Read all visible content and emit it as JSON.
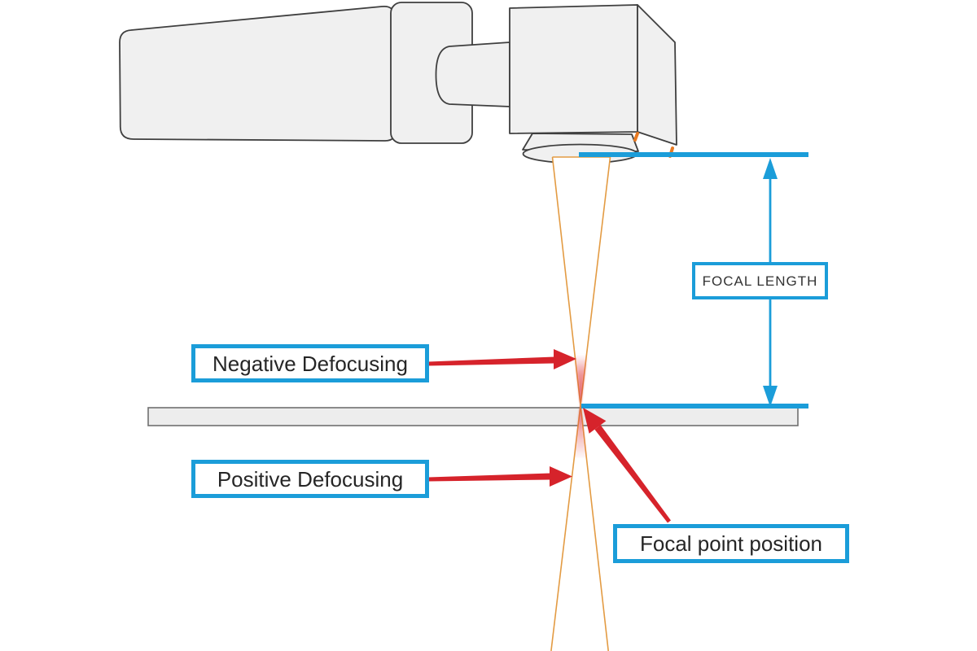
{
  "diagram": {
    "labels": {
      "focal_length": "FOCAL LENGTH",
      "negative_defocusing": "Negative Defocusing",
      "positive_defocusing": "Positive Defocusing",
      "focal_point_position": "Focal point position"
    },
    "colors": {
      "accent_blue": "#1b9dd9",
      "arrow_red": "#d6232b",
      "beam_orange": "#e39b43",
      "tick_orange": "#e87a22",
      "machine_fill": "#f0f0f0",
      "machine_stroke": "#3f3f3f",
      "workpiece_fill": "#ededed",
      "workpiece_stroke": "#6f6f6f",
      "label_text": "#262626",
      "background": "#ffffff"
    }
  }
}
